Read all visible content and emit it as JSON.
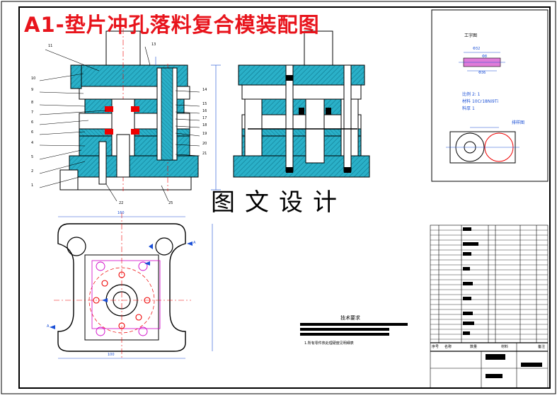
{
  "title": "A1-垫片冲孔落料复合模装配图",
  "watermark": "图文设计",
  "part_panel": {
    "heading": "工字图",
    "outer_dim": "Φ32",
    "inner_dim1": "Φ8",
    "inner_dim2": "Φ36",
    "scale_label": "比例",
    "scale_value": "2: 1",
    "material_label": "材料",
    "material_value": "10Cr18Ni9Ti",
    "thickness_label": "料厚",
    "thickness_value": "1",
    "strip_label": "排样图"
  },
  "callouts_left": [
    "11",
    "10",
    "9",
    "8",
    "7",
    "6",
    "6",
    "4",
    "5",
    "2",
    "1"
  ],
  "callouts_right": [
    "14",
    "15",
    "16",
    "17",
    "18",
    "19",
    "20",
    "21"
  ],
  "callouts_top": [
    "13"
  ],
  "callouts_bottom": [
    "22",
    "25"
  ],
  "tech_requirements": {
    "heading": "技术要求",
    "note": "1.所有零件热处理硬度见明细表"
  },
  "plan_view": {
    "width_dim": "160",
    "center_dim": "100",
    "section_mark": "A"
  },
  "title_block": {
    "col1": "序号",
    "col2": "名称",
    "col3": "数量",
    "col4": "材料",
    "col5": "备注"
  },
  "colors": {
    "frame": "#000000",
    "section_fill": "#2ab0c8",
    "dimension": "#1a4fd6",
    "title": "#e8141c",
    "magenta": "#d000c8",
    "red_marks": "#e00000"
  }
}
